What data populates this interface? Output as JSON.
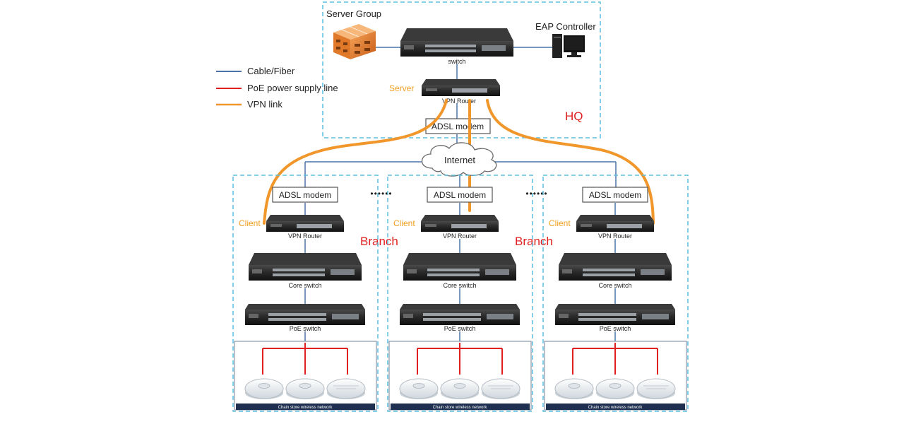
{
  "legend": {
    "cable": "Cable/Fiber",
    "poe": "PoE power supply line",
    "vpn": "VPN link"
  },
  "hq": {
    "server_group": "Server Group",
    "eap_controller": "EAP Controller",
    "switch": "switch",
    "server_role": "Server",
    "vpn_router": "VPN Router",
    "adsl": "ADSL modem",
    "region": "HQ"
  },
  "internet": "Internet",
  "ellipsis": "••••••",
  "branches": [
    {
      "adsl": "ADSL modem",
      "role": "Client",
      "router": "VPN Router",
      "core": "Core switch",
      "poe": "PoE switch",
      "network": "Chain store wireless network"
    },
    {
      "adsl": "ADSL modem",
      "role": "Client",
      "router": "VPN Router",
      "core": "Core switch",
      "poe": "PoE switch",
      "network": "Chain store wireless network"
    },
    {
      "adsl": "ADSL modem",
      "role": "Client",
      "router": "VPN Router",
      "core": "Core switch",
      "poe": "PoE switch",
      "network": "Chain store wireless network"
    }
  ],
  "branch_labels": [
    "Branch",
    "Branch"
  ],
  "colors": {
    "cable": "#4a74a8",
    "poe": "#e02020",
    "vpn": "#f0962a",
    "dash_box": "#5bbde0",
    "region_text": "#e02020",
    "role_text": "#f0a020"
  }
}
